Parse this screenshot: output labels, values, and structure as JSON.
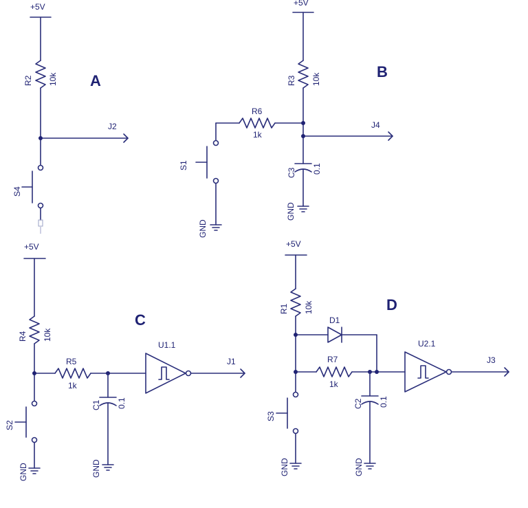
{
  "circuits": {
    "a": {
      "letter": "A",
      "supply": "+5V",
      "r_name": "R2",
      "r_value": "10k",
      "out": "J2",
      "sw": "S4"
    },
    "b": {
      "letter": "B",
      "supply": "+5V",
      "r_name": "R3",
      "r_value": "10k",
      "r2_name": "R6",
      "r2_value": "1k",
      "out": "J4",
      "sw": "S1",
      "c_name": "C3",
      "c_value": "0.1",
      "gnd1": "GND",
      "gnd2": "GND"
    },
    "c": {
      "letter": "C",
      "supply": "+5V",
      "r_name": "R4",
      "r_value": "10k",
      "r2_name": "R5",
      "r2_value": "1k",
      "c_name": "C1",
      "c_value": "0.1",
      "gate": "U1.1",
      "out": "J1",
      "sw": "S2",
      "gnd1": "GND",
      "gnd2": "GND"
    },
    "d": {
      "letter": "D",
      "supply": "+5V",
      "r_name": "R1",
      "r_value": "10k",
      "diode": "D1",
      "r2_name": "R7",
      "r2_value": "1k",
      "c_name": "C2",
      "c_value": "0.1",
      "gate": "U2.1",
      "out": "J3",
      "sw": "S3",
      "gnd1": "GND",
      "gnd2": "GND"
    }
  }
}
